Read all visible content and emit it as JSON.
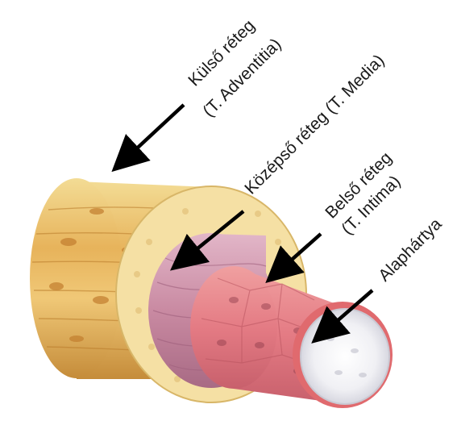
{
  "labels": {
    "outer_line1": "Külső réteg",
    "outer_line2": "(T. Adventitia)",
    "middle_line1": "Középső réteg (T. Media)",
    "inner_line1": "Belső réteg",
    "inner_line2": "(T. Intima)",
    "basement": "Alaphártya"
  },
  "colors": {
    "adventitia": "#e9c070",
    "adventitia_dark": "#c98a2c",
    "media_ring": "#f3dda0",
    "media_muscle": "#c98aa2",
    "intima": "#e6838a",
    "basement": "#e8e8ee",
    "arrow": "#000000"
  }
}
